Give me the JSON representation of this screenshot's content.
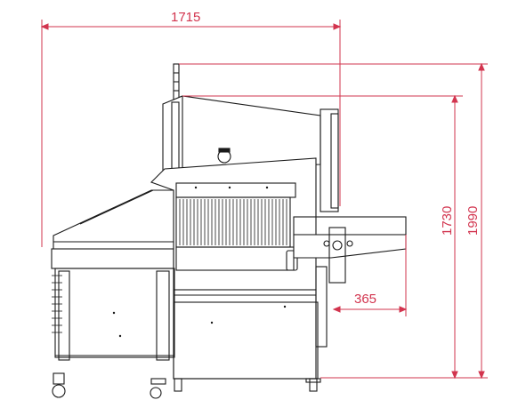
{
  "dimensions": {
    "overall_width": "1715",
    "height_1": "1730",
    "height_2": "1990",
    "outfeed": "365"
  },
  "colors": {
    "dimension_line": "#d2344e",
    "machine_line": "#1a1a1a"
  }
}
